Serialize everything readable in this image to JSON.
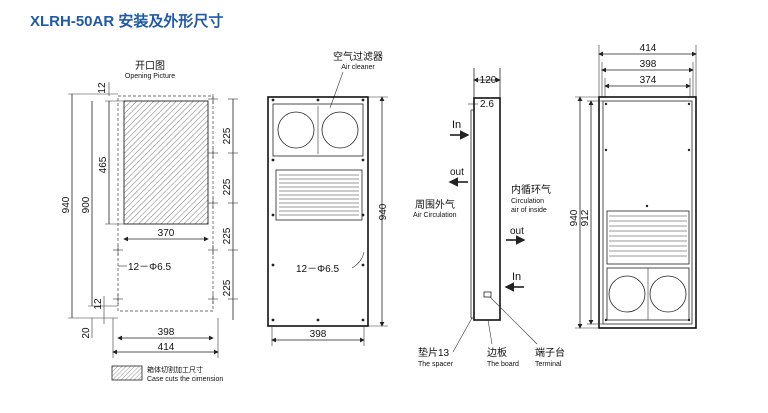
{
  "title": "XLRH-50AR 安装及外形尺寸",
  "opening": {
    "label_cn": "开口图",
    "label_en": "Opening Picture",
    "dim_940": "940",
    "dim_900": "900",
    "dim_465": "465",
    "dim_12_top": "12",
    "dim_12_bottom": "12",
    "dim_20": "20",
    "dim_370": "370",
    "dim_398": "398",
    "dim_414": "414",
    "holes": "12－Φ6.5",
    "legend_cn": "箱体切割加工尺寸",
    "legend_en": "Case cuts the cimension"
  },
  "front": {
    "filter_cn": "空气过滤器",
    "filter_en": "Air cleaner",
    "dim_225_a": "225",
    "dim_225_b": "225",
    "dim_225_c": "225",
    "dim_225_d": "225",
    "dim_940": "940",
    "dim_398": "398",
    "holes": "12－Φ6.5"
  },
  "side": {
    "dim_120": "120",
    "dim_2_6": "2.6",
    "in_top": "In",
    "out_left": "out",
    "outer_cn": "周围外气",
    "outer_en": "Air Circulation",
    "inner_cn": "内循环气",
    "inner_en1": "Circulation",
    "inner_en2": "air of inside",
    "out_right": "out",
    "in_bottom": "In",
    "spacer_cn": "垫片13",
    "spacer_en": "The spacer",
    "board_cn": "边板",
    "board_en": "The board",
    "terminal_cn": "端子台",
    "terminal_en": "Terminal"
  },
  "back": {
    "dim_414": "414",
    "dim_398": "398",
    "dim_374": "374",
    "dim_940": "940",
    "dim_912": "912"
  },
  "colors": {
    "title": "#1f5aa8",
    "line": "#222222"
  }
}
